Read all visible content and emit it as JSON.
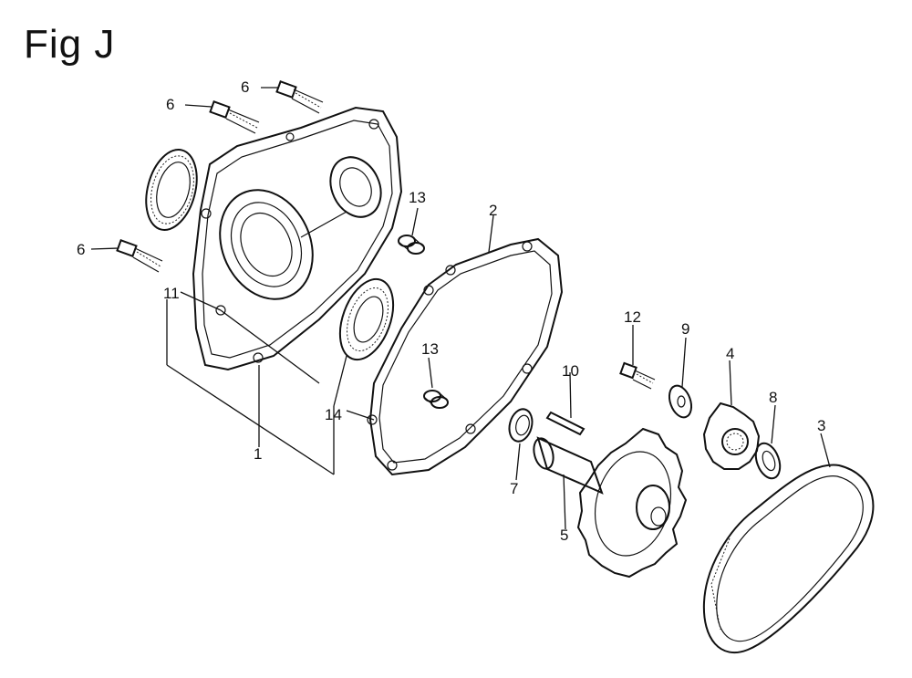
{
  "figure": {
    "title": "Fig J"
  },
  "callouts": {
    "c1": "1",
    "c2": "2",
    "c3": "3",
    "c4": "4",
    "c5": "5",
    "c6a": "6",
    "c6b": "6",
    "c6c": "6",
    "c7": "7",
    "c8": "8",
    "c9": "9",
    "c10": "10",
    "c11": "11",
    "c12": "12",
    "c13a": "13",
    "c13b": "13",
    "c14": "14"
  }
}
